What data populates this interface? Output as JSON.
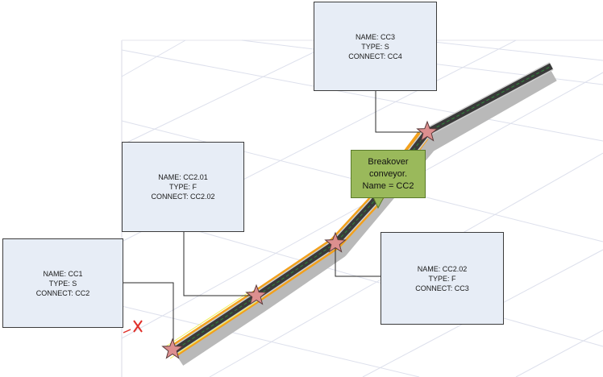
{
  "callouts": {
    "cc3": {
      "name": "NAME: CC3",
      "type": "TYPE: S",
      "connect": "CONNECT: CC4"
    },
    "cc201": {
      "name": "NAME: CC2.01",
      "type": "TYPE: F",
      "connect": "CONNECT: CC2.02"
    },
    "cc1": {
      "name": "NAME: CC1",
      "type": "TYPE: S",
      "connect": "CONNECT: CC2"
    },
    "cc202": {
      "name": "NAME: CC2.02",
      "type": "TYPE: F",
      "connect": "CONNECT: CC3"
    }
  },
  "note": {
    "line1": "Breakover",
    "line2": "conveyor.",
    "line3": "Name = CC2"
  },
  "colors": {
    "callout_fill": "#e7edf6",
    "note_fill": "#9ab95b",
    "conveyor_highlight": "#f2a01c",
    "conveyor_belt": "#3a3a3a",
    "conveyor_centerline": "#2f8a3a",
    "star_fill": "#dc8f8f",
    "grid": "#dde0ec",
    "axis_marker": "#e0302a"
  },
  "icons": {
    "station_marker": "star-icon",
    "origin_marker": "x-axis-icon"
  }
}
